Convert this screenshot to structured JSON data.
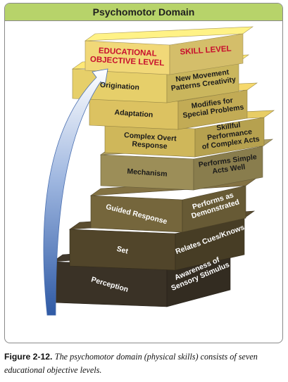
{
  "title": "Psychomotor Domain",
  "header": {
    "left_line1": "EDUCATIONAL",
    "left_line2": "OBJECTIVE LEVEL",
    "right": "SKILL LEVEL"
  },
  "levels": [
    {
      "objective": [
        "Origination"
      ],
      "skill": [
        "New Movement",
        "Patterns Creativity"
      ]
    },
    {
      "objective": [
        "Adaptation"
      ],
      "skill": [
        "Modifies for",
        "Special Problems"
      ]
    },
    {
      "objective": [
        "Complex Overt",
        "Response"
      ],
      "skill": [
        "Skillful",
        "Performance",
        "of Complex Acts"
      ]
    },
    {
      "objective": [
        "Mechanism"
      ],
      "skill": [
        "Performs Simple",
        "Acts Well"
      ]
    },
    {
      "objective": [
        "Guided Response"
      ],
      "skill": [
        "Performs as",
        "Demonstrated"
      ]
    },
    {
      "objective": [
        "Set"
      ],
      "skill": [
        "Relates Cues/Knows"
      ]
    },
    {
      "objective": [
        "Perception"
      ],
      "skill": [
        "Awareness of",
        "Sensory Stimulus"
      ]
    }
  ],
  "colors": {
    "title_bar": "#b7d36a",
    "header_text": "#c8102e",
    "arrow": "#2f5aa5",
    "steps": [
      "#e6cf6a",
      "#dcc261",
      "#cfb75a",
      "#9c8e58",
      "#75663c",
      "#51452a",
      "#3a3226"
    ]
  },
  "caption": {
    "figure": "Figure 2-12.",
    "text": "The psychomotor domain (physical skills) consists of seven educational objective levels."
  }
}
